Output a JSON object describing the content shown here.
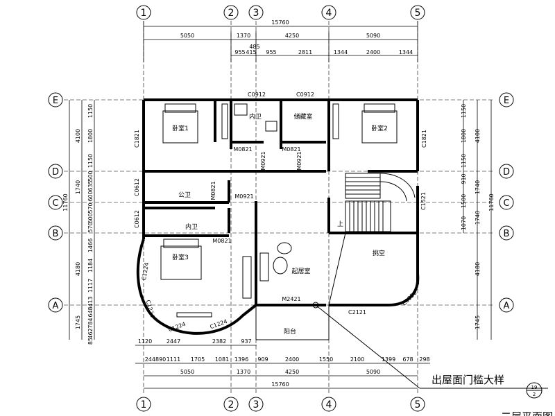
{
  "axes": {
    "vertical": [
      "1",
      "2",
      "3",
      "4",
      "5"
    ],
    "horizontal": [
      "E",
      "D",
      "C",
      "B",
      "A"
    ]
  },
  "dimensions": {
    "top_total": "15760",
    "top_row1": [
      "5050",
      "1370",
      "4250",
      "5090"
    ],
    "top_row2": [
      "485"
    ],
    "top_row3": [
      "955",
      "415",
      "955",
      "2811",
      "1344",
      "2400",
      "1344"
    ],
    "bottom_row1": [
      "1120",
      "2447",
      "2382",
      "937"
    ],
    "bottom_row2": [
      "244890",
      "1111",
      "1705",
      "1081",
      "1396",
      "909",
      "2400",
      "1550",
      "2100",
      "1399",
      "678",
      "298"
    ],
    "bottom_row3": [
      "5050",
      "1370",
      "4250",
      "5090"
    ],
    "bottom_total": "15760",
    "left_outer": [
      "4100",
      "1740",
      "4180",
      "1745"
    ],
    "left_total": "11760",
    "left_inner": [
      "1150",
      "1800",
      "1150",
      "500",
      "635",
      "600",
      "570",
      "600",
      "570",
      "1466",
      "1184",
      "1117",
      "413",
      "648",
      "784",
      "462",
      "85"
    ],
    "right_inner": [
      "1150",
      "1800",
      "1150",
      "910",
      "1500",
      "1070"
    ],
    "right_outer": [
      "4100",
      "1740",
      "1740",
      "4180",
      "1745"
    ],
    "right_total": "11760"
  },
  "rooms": {
    "bedroom1": "卧室1",
    "bedroom2": "卧室2",
    "bedroom3": "卧室3",
    "ensuite_top": "内卫",
    "storage": "储藏室",
    "public_wc": "公卫",
    "ensuite_left": "内卫",
    "living": "起居室",
    "void": "挑空",
    "balcony": "阳台"
  },
  "openings": {
    "C0912_a": "C0912",
    "C0912_b": "C0912",
    "C1821_left": "C1821",
    "C1821_right": "C1821",
    "M0821_a": "M0821",
    "M0821_b": "M0821",
    "M0921_a": "M0921",
    "M0921_b": "M0921",
    "C0612_a": "C0612",
    "C0612_b": "C0612",
    "M0821_c": "M0821",
    "M0921_c": "M0921",
    "M0821_d": "M0821",
    "C1521": "C1521",
    "C1224_a": "C1224",
    "C1224_b": "C1224",
    "C1224_c": "C1224",
    "C1224_d": "C1224",
    "M2421": "M2421",
    "C2121": "C2121",
    "C0956": "C0956"
  },
  "annotations": {
    "stair_up": "上",
    "detail_title": "出屋面门槛大样",
    "detail_ref_top": "19",
    "detail_ref_bottom": "2",
    "plan_title": "二层平面图"
  }
}
